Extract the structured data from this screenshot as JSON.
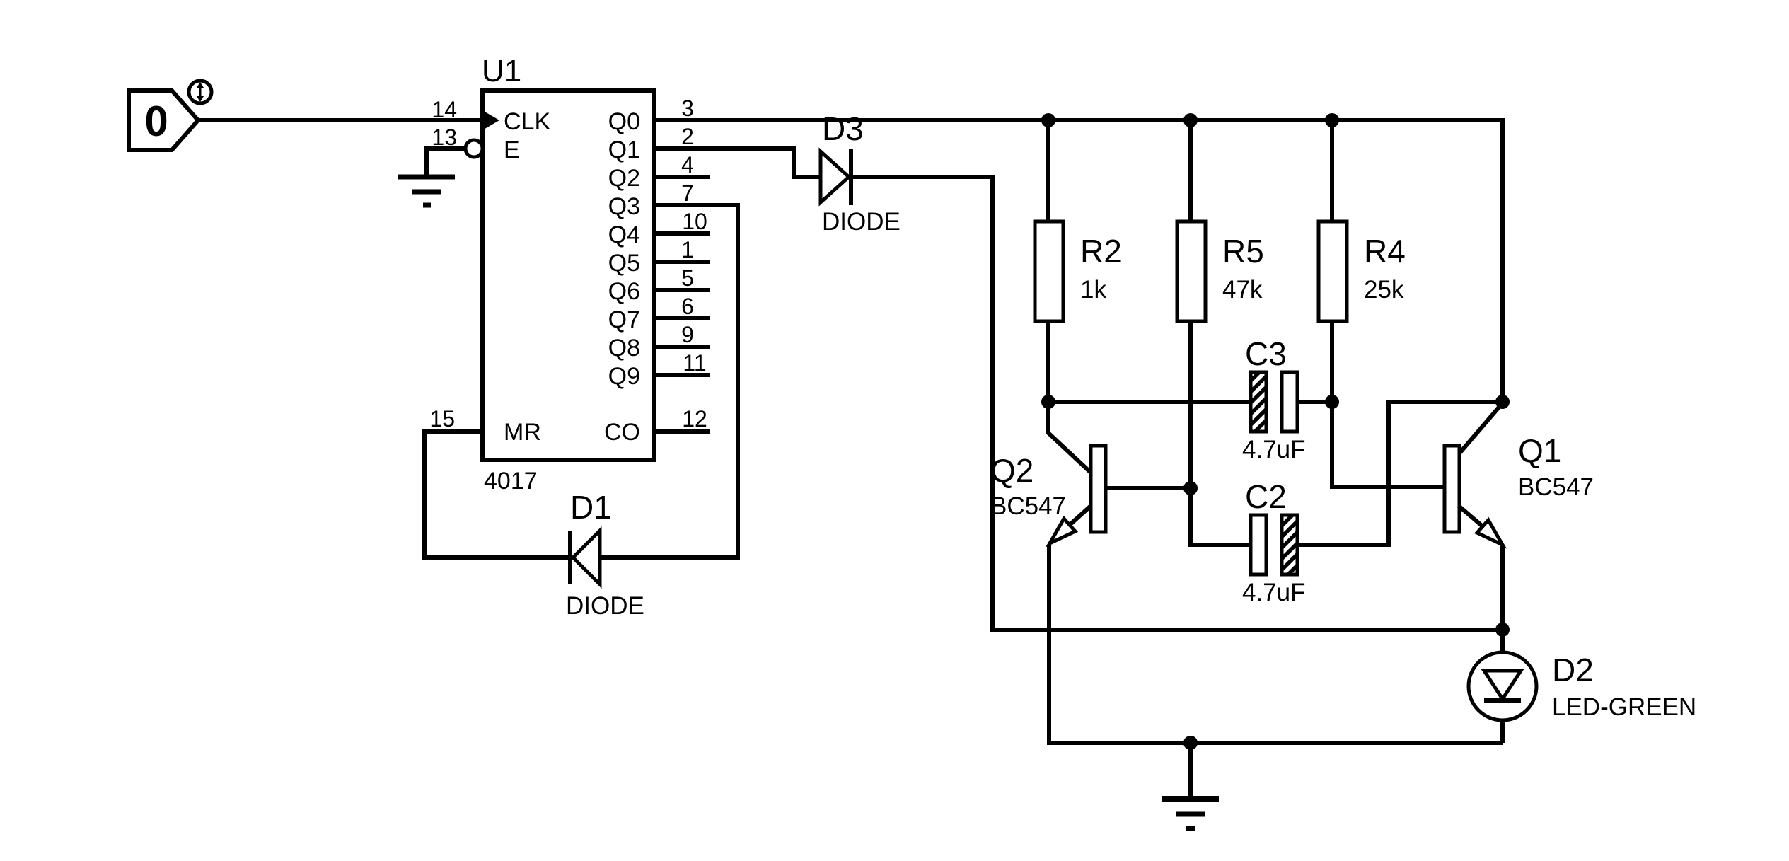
{
  "colors": {
    "ink": "#000000",
    "background": "#ffffff"
  },
  "clock_source": {
    "state": "0"
  },
  "ic": {
    "ref": "U1",
    "part": "4017",
    "pin_clk": {
      "name": "CLK",
      "number": "14"
    },
    "pin_e": {
      "name": "E",
      "number": "13"
    },
    "pin_mr": {
      "name": "MR",
      "number": "15"
    },
    "pin_co": {
      "name": "CO",
      "number": "12"
    },
    "outputs": [
      {
        "name": "Q0",
        "number": "3"
      },
      {
        "name": "Q1",
        "number": "2"
      },
      {
        "name": "Q2",
        "number": "4"
      },
      {
        "name": "Q3",
        "number": "7"
      },
      {
        "name": "Q4",
        "number": "10"
      },
      {
        "name": "Q5",
        "number": "1"
      },
      {
        "name": "Q6",
        "number": "5"
      },
      {
        "name": "Q7",
        "number": "6"
      },
      {
        "name": "Q8",
        "number": "9"
      },
      {
        "name": "Q9",
        "number": "11"
      }
    ]
  },
  "diodes": {
    "d1": {
      "ref": "D1",
      "value": "DIODE"
    },
    "d3": {
      "ref": "D3",
      "value": "DIODE"
    },
    "d2": {
      "ref": "D2",
      "value": "LED-GREEN"
    }
  },
  "resistors": {
    "r2": {
      "ref": "R2",
      "value": "1k"
    },
    "r5": {
      "ref": "R5",
      "value": "47k"
    },
    "r4": {
      "ref": "R4",
      "value": "25k"
    }
  },
  "capacitors": {
    "c3": {
      "ref": "C3",
      "value": "4.7uF"
    },
    "c2": {
      "ref": "C2",
      "value": "4.7uF"
    }
  },
  "transistors": {
    "q2": {
      "ref": "Q2",
      "value": "BC547"
    },
    "q1": {
      "ref": "Q1",
      "value": "BC547"
    }
  }
}
